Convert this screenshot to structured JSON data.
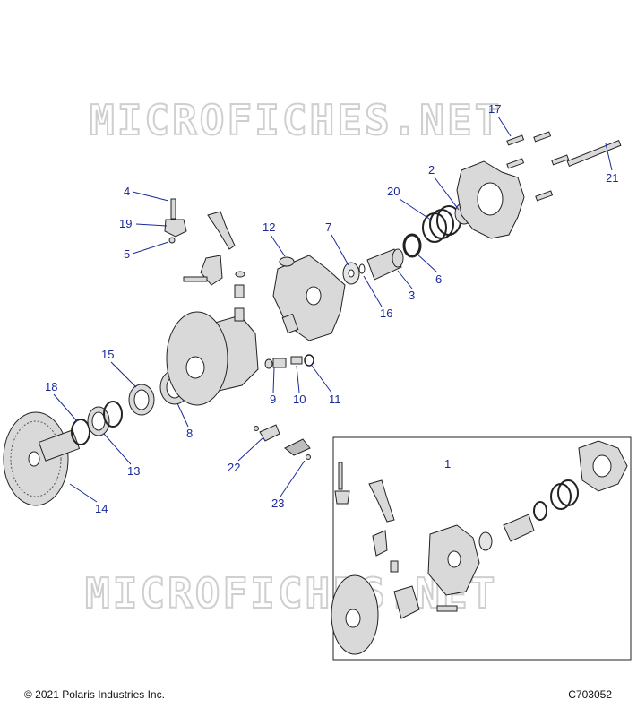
{
  "watermark": "MICROFICHES.NET",
  "callouts": [
    "1",
    "2",
    "3",
    "4",
    "5",
    "6",
    "7",
    "8",
    "9",
    "10",
    "11",
    "12",
    "13",
    "14",
    "15",
    "16",
    "17",
    "18",
    "19",
    "20",
    "21",
    "22",
    "23"
  ],
  "footer": {
    "copyright": "© 2021 Polaris Industries Inc.",
    "drawing_number": "C703052"
  },
  "colors": {
    "callout": "#1a2a9a",
    "watermark": "#cfcfcf",
    "parts": "#d9d9d9"
  }
}
